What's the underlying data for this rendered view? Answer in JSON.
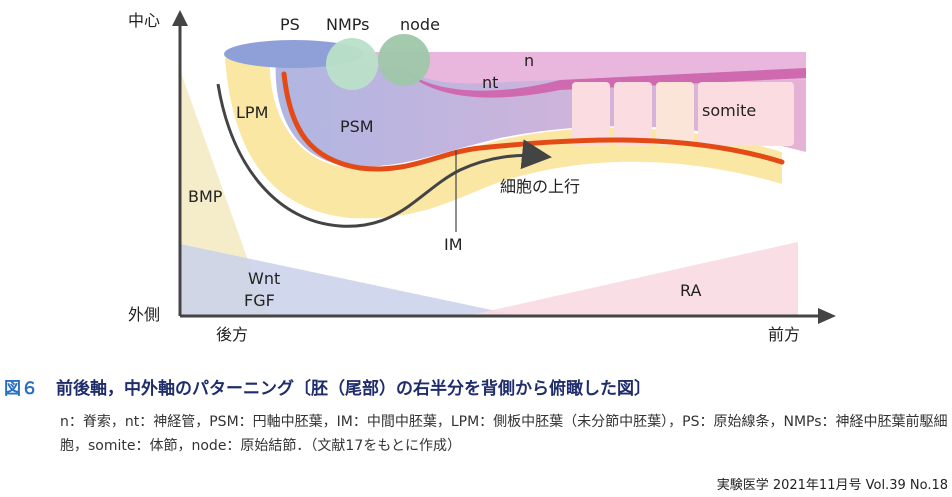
{
  "figure": {
    "axis_labels": {
      "y_top": "中心",
      "y_bottom": "外側",
      "x_left": "後方",
      "x_right": "前方"
    },
    "region_labels": {
      "ps": "PS",
      "nmps": "NMPs",
      "node": "node",
      "n": "n",
      "nt": "nt",
      "lpm": "LPM",
      "psm": "PSM",
      "somite": "somite",
      "bmp": "BMP",
      "wnt": "Wnt",
      "fgf": "FGF",
      "ra": "RA",
      "im": "IM",
      "cell_rise": "細胞の上行"
    },
    "colors": {
      "lpm": "#fbe9a9",
      "psm_left": "#b0b7e2",
      "psm_right": "#e7b0d6",
      "neural_tube": "#d36aaf",
      "neural_plate": "#e7b3de",
      "ps": "#8fa0d8",
      "nmps": "#b6ddc6",
      "node": "#9cc4a8",
      "somite": "#fbdfe2",
      "im_line": "#e34a16",
      "bmp": "#f2e8bf",
      "wnt_fgf": "#c8d0e8",
      "ra": "#f7d8e0"
    }
  },
  "caption": {
    "figure_number": "図６",
    "title": "前後軸，中外軸のパターニング〔胚（尾部）の右半分を背側から俯瞰した図〕",
    "body": "n：脊索，nt：神経管，PSM：円軸中胚葉，IM：中間中胚葉，LPM：側板中胚葉（未分節中胚葉），PS：原始線条，NMPs：神経中胚葉前駆細胞，somite：体節，node：原始結節．（文献17をもとに作成）"
  },
  "source": "実験医学 2021年11月号 Vol.39 No.18"
}
